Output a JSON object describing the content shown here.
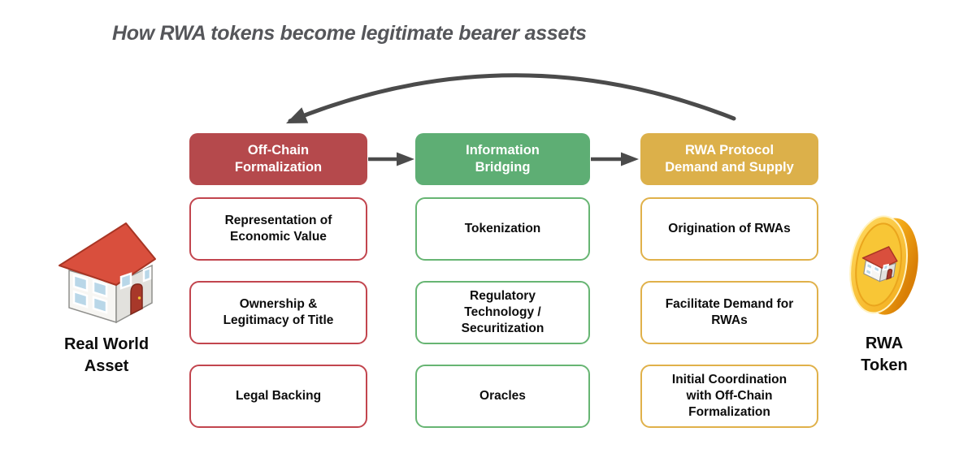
{
  "title": "How RWA tokens become legitimate bearer assets",
  "left_entity": {
    "label": "Real World\nAsset",
    "icon": "house-icon"
  },
  "right_entity": {
    "label": "RWA\nToken",
    "icon": "gold-coin-icon"
  },
  "columns": [
    {
      "header": "Off-Chain\nFormalization",
      "header_color": "#B5494C",
      "item_border_color": "#C2454E",
      "items": [
        "Representation of\nEconomic Value",
        "Ownership &\nLegitimacy of Title",
        "Legal Backing"
      ]
    },
    {
      "header": "Information\nBridging",
      "header_color": "#5EAE74",
      "item_border_color": "#67B573",
      "items": [
        "Tokenization",
        "Regulatory\nTechnology /\nSecuritization",
        "Oracles"
      ]
    },
    {
      "header": "RWA Protocol\nDemand and Supply",
      "header_color": "#DCB04A",
      "item_border_color": "#E0B14A",
      "items": [
        "Origination of RWAs",
        "Facilitate Demand for\nRWAs",
        "Initial Coordination\nwith Off-Chain\nFormalization"
      ]
    }
  ],
  "colors": {
    "arrow": "#4B4B4B",
    "title_text": "#55565A",
    "item_text": "#0D0D0D",
    "background": "#FFFFFF"
  }
}
